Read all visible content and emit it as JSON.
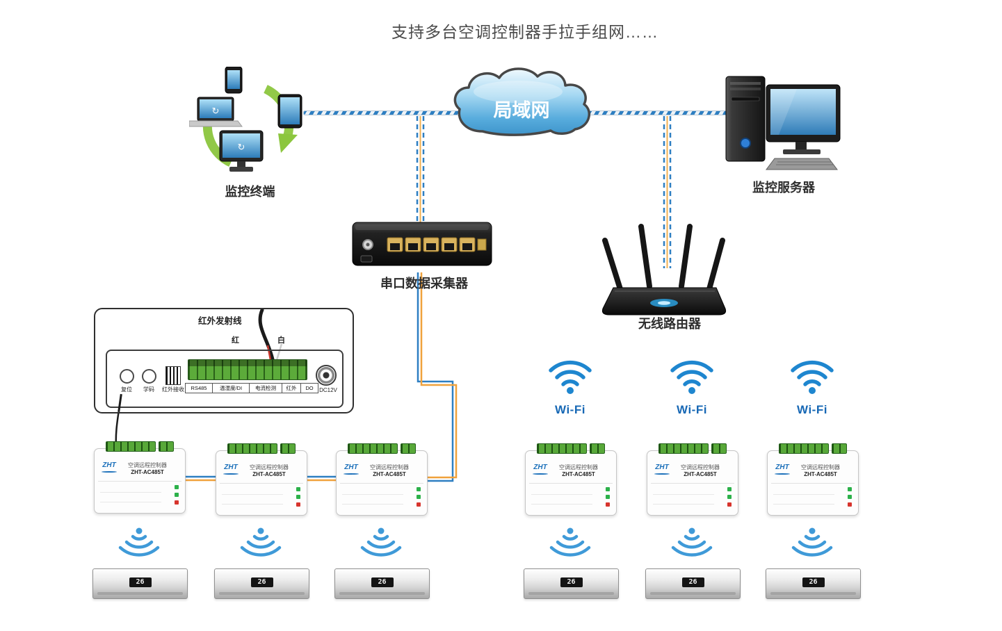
{
  "title": "支持多台空调控制器手拉手组网……",
  "cloud": {
    "label": "局域网"
  },
  "labels": {
    "terminal": "监控终端",
    "server": "监控服务器",
    "collector": "串口数据采集器",
    "router": "无线路由器"
  },
  "inset": {
    "title": "红外发射线",
    "wire_red": "红",
    "wire_white": "白",
    "buttons": [
      "复位",
      "学码",
      "红外接收"
    ],
    "ports": [
      "RS485",
      "温湿度/DI",
      "电流检测",
      "红外",
      "DO"
    ],
    "power": "DC12V"
  },
  "wifi": {
    "label": "Wi-Fi"
  },
  "controller": {
    "logo": "ZHT",
    "name": "空调远程控制器",
    "model": "ZHT-AC485T"
  },
  "ac": {
    "display": "26"
  },
  "colors": {
    "line_blue": "#2e7fc2",
    "line_orange": "#f0a23c",
    "wifi_blue": "#1e86cf",
    "green": "#58a839"
  }
}
